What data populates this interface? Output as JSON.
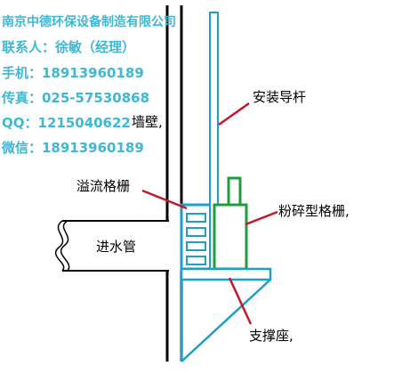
{
  "contact": {
    "company": "南京中德环保设备制造有限公司",
    "person": "联系人：徐敏（经理）",
    "mobile": "手机：18913960189",
    "fax": "传真：025-57530868",
    "qq": "QQ：1215040622",
    "wechat": "微信：18913960189"
  },
  "labels": {
    "wall": "墙壁,",
    "guide_rod": "安装导杆",
    "overflow_grille": "溢流格栅",
    "crushing_grille": "粉碎型格栅,",
    "inlet_pipe": "进水管",
    "support_base": "支撑座,"
  },
  "colors": {
    "contact_text": "#3fb8d6",
    "blue_parts": "#1c9fc9",
    "green_parts": "#1f9e3a",
    "leader_lines": "#c2182b",
    "outline": "#000000"
  }
}
